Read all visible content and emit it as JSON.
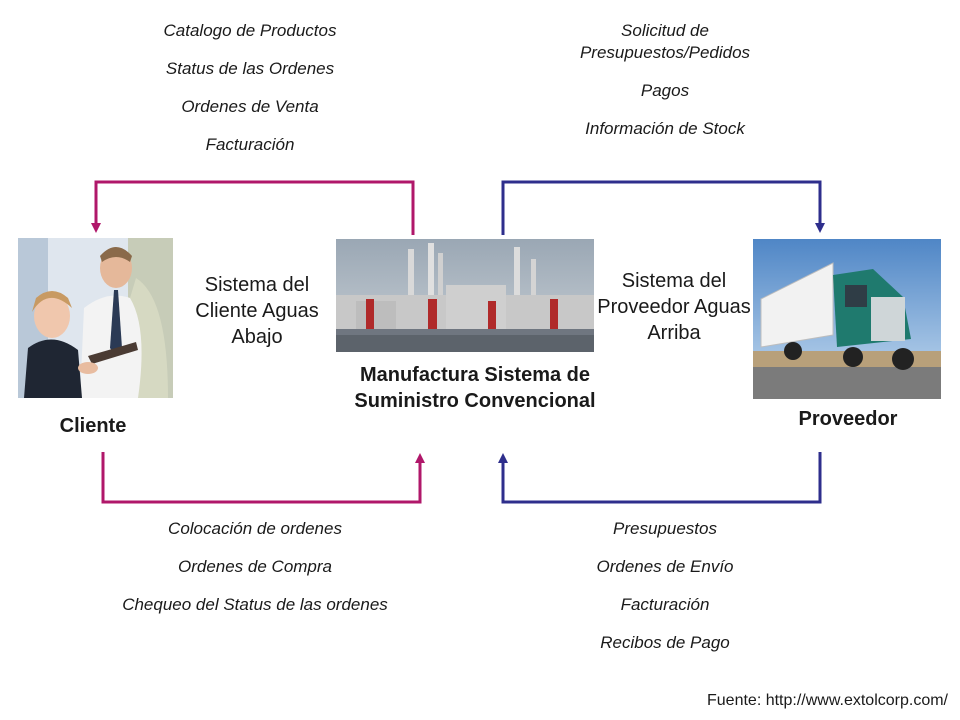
{
  "top_left_items": [
    "Catalogo de Productos",
    "Status de las Ordenes",
    "Ordenes de Venta",
    "Facturación"
  ],
  "top_right_items": [
    "Solicitud de Presupuestos/Pedidos",
    "Pagos",
    "Información de Stock"
  ],
  "bottom_left_items": [
    "Colocación de ordenes",
    "Ordenes de Compra",
    "Chequeo del Status de las ordenes"
  ],
  "bottom_right_items": [
    "Presupuestos",
    "Ordenes de Envío",
    "Facturación",
    "Recibos de Pago"
  ],
  "labels": {
    "customer_system": "Sistema del Cliente Aguas Abajo",
    "supplier_system": "Sistema del Proveedor Aguas Arriba",
    "cliente": "Cliente",
    "proveedor": "Proveedor",
    "manufacturing": "Manufactura Sistema de Suministro Convencional"
  },
  "source": "Fuente: http://www.extolcorp.com/",
  "colors": {
    "customer_arrow": "#b0176a",
    "supplier_arrow": "#2e2e8c"
  }
}
